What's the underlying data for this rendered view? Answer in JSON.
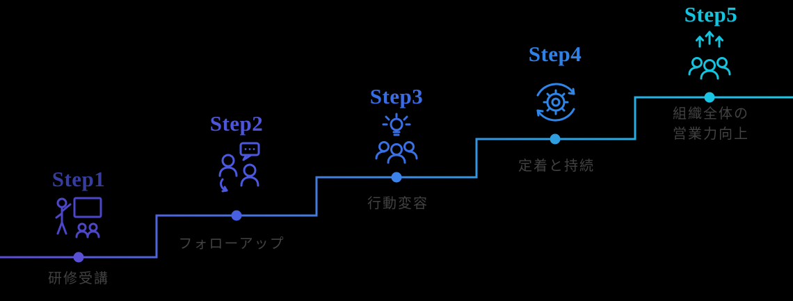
{
  "background_color": "#000000",
  "caption_color": "#424242",
  "line": {
    "gradient_start": "#5d4bd8",
    "gradient_end": "#19c8e8"
  },
  "steps": [
    {
      "label": "Step1",
      "caption": "研修受講",
      "label_color": "#363d9e",
      "icon_color": "#4c46c8",
      "dot_color": "#5a50d5",
      "icon": "presenter-training-icon"
    },
    {
      "label": "Step2",
      "caption": "フォローアップ",
      "label_color": "#4d55db",
      "icon_color": "#4b58df",
      "dot_color": "#4760e2",
      "icon": "followup-chat-icon"
    },
    {
      "label": "Step3",
      "caption": "行動変容",
      "label_color": "#3a6de4",
      "icon_color": "#3a70e6",
      "dot_color": "#3b82ea",
      "icon": "team-idea-icon"
    },
    {
      "label": "Step4",
      "caption": "定着と持続",
      "label_color": "#2e82e6",
      "icon_color": "#2f86e8",
      "dot_color": "#2f9fe0",
      "icon": "gear-cycle-icon"
    },
    {
      "label": "Step5",
      "caption_line1": "組織全体の",
      "caption_line2": "営業力向上",
      "label_color": "#14c4de",
      "icon_color": "#14c4de",
      "dot_color": "#1ac4e4",
      "icon": "team-growth-icon"
    }
  ]
}
